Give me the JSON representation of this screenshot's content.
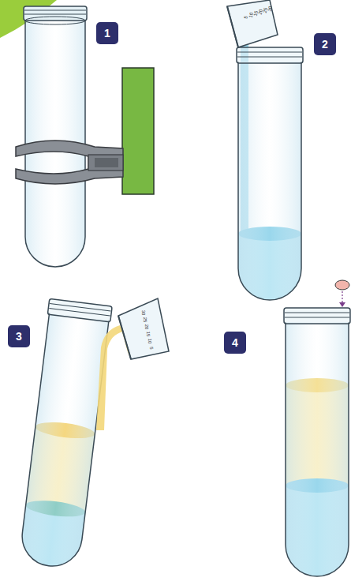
{
  "diagram": {
    "labels": [
      "1",
      "2",
      "3",
      "4",
      "5",
      "10",
      "15",
      "20",
      "25",
      "30",
      "30",
      "25",
      "20",
      "15",
      "10",
      "5"
    ]
  }
}
